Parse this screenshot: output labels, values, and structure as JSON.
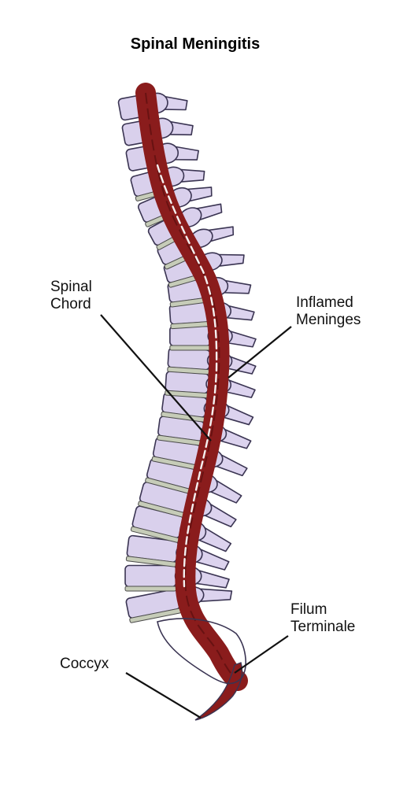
{
  "title": "Spinal Meningitis",
  "labels": {
    "spinal_chord": [
      "Spinal",
      "Chord"
    ],
    "inflamed_meninges": [
      "Inflamed",
      "Meninges"
    ],
    "filum_terminale": [
      "Filum",
      "Terminale"
    ],
    "coccyx": "Coccyx"
  },
  "colors": {
    "bone": "#d9d0ec",
    "bone_outline": "#3a3452",
    "disc": "#c6ccb8",
    "cord": "#8a1c1c",
    "cord_highlight": "#f4f0f0"
  }
}
